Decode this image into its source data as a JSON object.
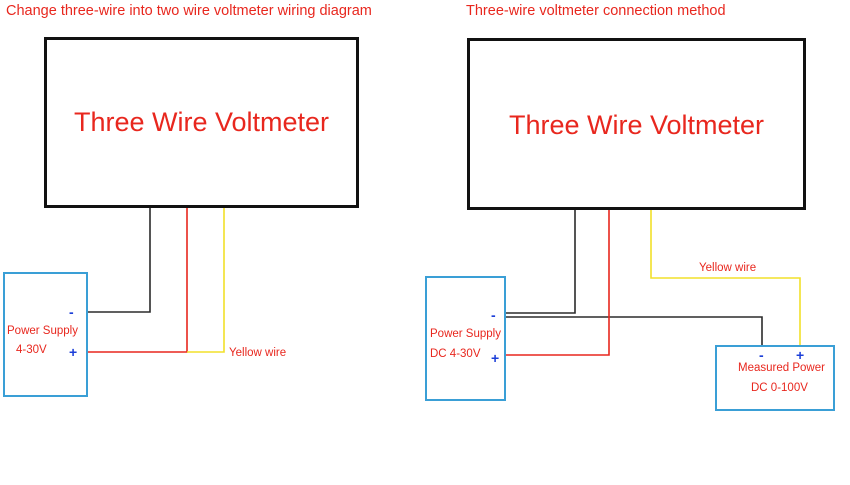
{
  "left": {
    "title": "Change three-wire into two wire voltmeter wiring diagram",
    "meter_label": "Three Wire Voltmeter",
    "supply_label": "Power Supply",
    "supply_range": "4-30V",
    "minus": "-",
    "plus": "+",
    "wire_label": "Yellow wire"
  },
  "right": {
    "title": "Three-wire voltmeter connection method",
    "meter_label": "Three Wire Voltmeter",
    "supply_label": "Power Supply",
    "supply_range": "DC 4-30V",
    "minus": "-",
    "plus": "+",
    "wire_label": "Yellow wire",
    "measured_label": "Measured Power",
    "measured_range": "DC 0-100V",
    "measured_minus": "-",
    "measured_plus": "+"
  },
  "colors": {
    "title_red": "#e8271e",
    "wire_black": "#2b2b2b",
    "wire_red": "#e8271e",
    "wire_yellow": "#f2e02a",
    "box_blue": "#3a9fd6",
    "sign_blue": "#1c3fd8"
  }
}
